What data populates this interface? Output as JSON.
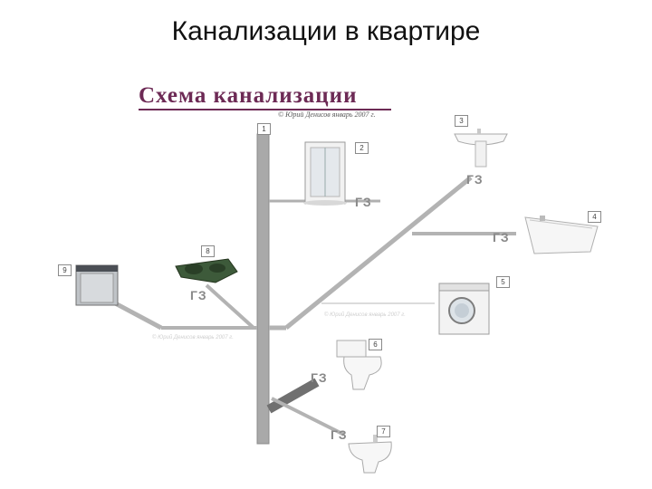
{
  "slide_title": "Канализации в квартире",
  "diagram": {
    "title": "Схема канализации",
    "credit": "© Юрий Денисов январь 2007 г.",
    "gz_label": "ГЗ",
    "fixtures": [
      {
        "num": "1",
        "name": "стояк"
      },
      {
        "num": "2",
        "name": "душевая кабина"
      },
      {
        "num": "3",
        "name": "раковина"
      },
      {
        "num": "4",
        "name": "ванна"
      },
      {
        "num": "5",
        "name": "стиральная машина"
      },
      {
        "num": "6",
        "name": "унитаз"
      },
      {
        "num": "7",
        "name": "биде"
      },
      {
        "num": "8",
        "name": "мойка"
      },
      {
        "num": "9",
        "name": "посудомоечная машина"
      }
    ],
    "watermark": "© Юрий Денисов январь 2007 г."
  }
}
